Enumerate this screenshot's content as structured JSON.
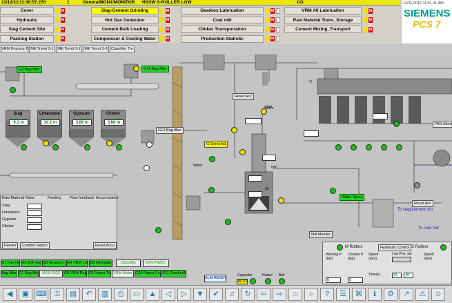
{
  "topbar": {
    "date": "11/12/12",
    "time": "11:30:57.270",
    "num": "1",
    "area": "GeneralMON1/MONITOR",
    "message": "HSSW S-ROLLER LOW",
    "cg": "CG"
  },
  "alarm_rows": [
    [
      "Cover",
      "Slag-Cement Grinding",
      "Gearbox Lubrication",
      "VRM All Lubrication"
    ],
    [
      "Hydraulic",
      "Hot Gas Generator",
      "Coal mill",
      "Raw Material Trans_Storage"
    ],
    [
      "Slag Cement Silo",
      "Cement Bulk Loading",
      "Clinker Transportation",
      "Cement Mixing_Transport"
    ],
    [
      "Packing Station",
      "Compressor & Cooling Water",
      "Production Statistic",
      ""
    ]
  ],
  "logo": {
    "datetime": "12/11/2012 11:51:11 AM",
    "brand": "SIEMENS",
    "product": "PCS 7"
  },
  "tabs": [
    "VRM Process Tre",
    "Mill Trend 3-1",
    "Mill Trend 3-2",
    "Mill Trend 3-3",
    "Classifier Tre"
  ],
  "silos": [
    {
      "name": "Slag",
      "value": "9.1 m"
    },
    {
      "name": "Limestone",
      "value": "10.1 m"
    },
    {
      "name": "Gypsum",
      "value": "3.86 m"
    },
    {
      "name": "Clinker",
      "value": "3.86 m"
    }
  ],
  "plant_labels": {
    "bag_filter_1": "G3 Bag filter",
    "bag_filter_2": "G14 Bag filter",
    "bag_filter_3": "G12 Bag filter",
    "grind_aid": "G Grind Aid",
    "fan_monitor": "FAN Monitor",
    "reset": "Reset Acc",
    "mill_monitor": "Mill Monitor",
    "slag_cement_silo_link": "To slag/cement silo",
    "coal_mill_link": "To coal mill",
    "water": "Water",
    "water_spray": "Water Spray",
    "mbar": "mbar",
    "celsius": "°C",
    "rpm": "rpm",
    "th": "t/h",
    "mm_s": "mm/s"
  },
  "feed_panel": {
    "headers": [
      "Raw Material",
      "Ratio",
      "Feeding",
      "Flow feedback",
      "Accumulative"
    ],
    "rows": [
      "Slag",
      "Limestone",
      "Gypsum",
      "Clinker"
    ],
    "feeder_button": "Feeder",
    "confirm_button": "Confirm Ration",
    "reset_button": "Reset Accu"
  },
  "bottom_buttons_row1": [
    "G1 Fan Heater",
    "G2 Mill Heater",
    "G3 Gearbox Lub.",
    "G4 VRM Lub.",
    "G5 Hydraulic",
    "Classifier",
    "M24.FN23.L"
  ],
  "bottom_buttons_row2": [
    "Bag filter",
    "G7 Bag filter",
    "M24.FN23",
    "G8 VRM Reject",
    "G9 Reject Tran",
    "VRM Motor",
    "G10 Reject Feed",
    "G11 Feed mill"
  ],
  "alm_reset": "ALM RESET",
  "aux_labels": {
    "capacitor": "Capacitor",
    "heater": "Heater",
    "bell": "Bell",
    "auto": "AUTO"
  },
  "rollers_panel": {
    "m_rollers": "M Rollers",
    "hydraulic_control": "Hydraulic Control",
    "s_rollers": "S Rollers",
    "cols": [
      "Working P",
      "Counter P",
      "Speed",
      "Speed"
    ],
    "units": [
      "(bar)",
      "(bar)",
      "(rpm)",
      "(rpm)"
    ],
    "low_pos_set": "Low Pos. set",
    "time": "Time(s)",
    "values": [
      "15",
      "40",
      "0",
      "0"
    ]
  },
  "toolbar_icons": [
    "left-arrow-icon",
    "picture-icon",
    "keyboard-icon",
    "lock-icon",
    "save-icon",
    "undo-icon",
    "open-icon",
    "print-icon",
    "screen-icon",
    "up-icon",
    "left-icon",
    "right-icon",
    "down-icon",
    "acknowledge-icon",
    "mute-icon",
    "refresh-icon",
    "back-icon",
    "forward-icon",
    "home-icon",
    "zoom-icon",
    "help-icon",
    "list-icon",
    "tag-icon",
    "info-icon",
    "settings-icon",
    "trend-icon",
    "alarm-icon",
    "user-icon"
  ],
  "toolbar_glyphs": [
    "◀",
    "▣",
    "⌨",
    "⚿",
    "▤",
    "↶",
    "▥",
    "⎙",
    "▭",
    "▲",
    "◁",
    "▷",
    "▼",
    "✔",
    "♫",
    "↻",
    "⇦",
    "⇨",
    "⌂",
    "⌕",
    "?",
    "☰",
    "⌘",
    "ℹ",
    "⚙",
    "↗",
    "⚠",
    "☺"
  ],
  "colors": {
    "status_green": "#18c018",
    "alarm_yellow": "#ffff00",
    "alarm_red": "#e00000",
    "brand": "#009999"
  }
}
